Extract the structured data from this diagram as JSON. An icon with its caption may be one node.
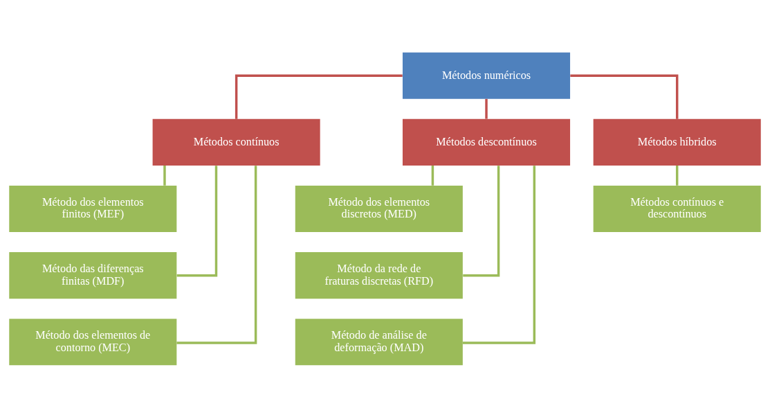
{
  "diagram": {
    "nodes": [
      {
        "text": [
          "Métodos numéricos"
        ]
      },
      {
        "text": [
          "Métodos contínuos"
        ]
      },
      {
        "text": [
          "Métodos descontínuos"
        ]
      },
      {
        "text": [
          "Métodos híbridos"
        ]
      },
      {
        "text": [
          "Método dos elementos finitos (MEF)"
        ]
      },
      {
        "text": [
          "Método das diferenças finitas (MDF)"
        ]
      },
      {
        "text": [
          "Método dos elementos de contorno (MEC)"
        ]
      },
      {
        "text": [
          "Método dos elementos discretos (MED)"
        ]
      },
      {
        "text": [
          "Método da rede de fraturas discretas (RFD)"
        ]
      },
      {
        "text": [
          "Método de análise de deformação (MAD)"
        ]
      },
      {
        "text": [
          "Métodos contínuos e descontínuos"
        ]
      }
    ],
    "edges": [
      {
        "from": 0,
        "to": 1,
        "arrow": "none",
        "color": "#c0504d"
      },
      {
        "from": 0,
        "to": 2,
        "arrow": "none",
        "color": "#c0504d"
      },
      {
        "from": 0,
        "to": 3,
        "arrow": "none",
        "color": "#c0504d"
      },
      {
        "from": 1,
        "to": 4,
        "arrow": "none"
      },
      {
        "from": 1,
        "to": 5,
        "arrow": "none"
      },
      {
        "from": 1,
        "to": 6,
        "arrow": "none"
      },
      {
        "from": 2,
        "to": 7,
        "arrow": "none"
      },
      {
        "from": 2,
        "to": 8,
        "arrow": "none"
      },
      {
        "from": 2,
        "to": 9,
        "arrow": "none"
      },
      {
        "from": 3,
        "to": 10,
        "arrow": "none"
      }
    ]
  }
}
